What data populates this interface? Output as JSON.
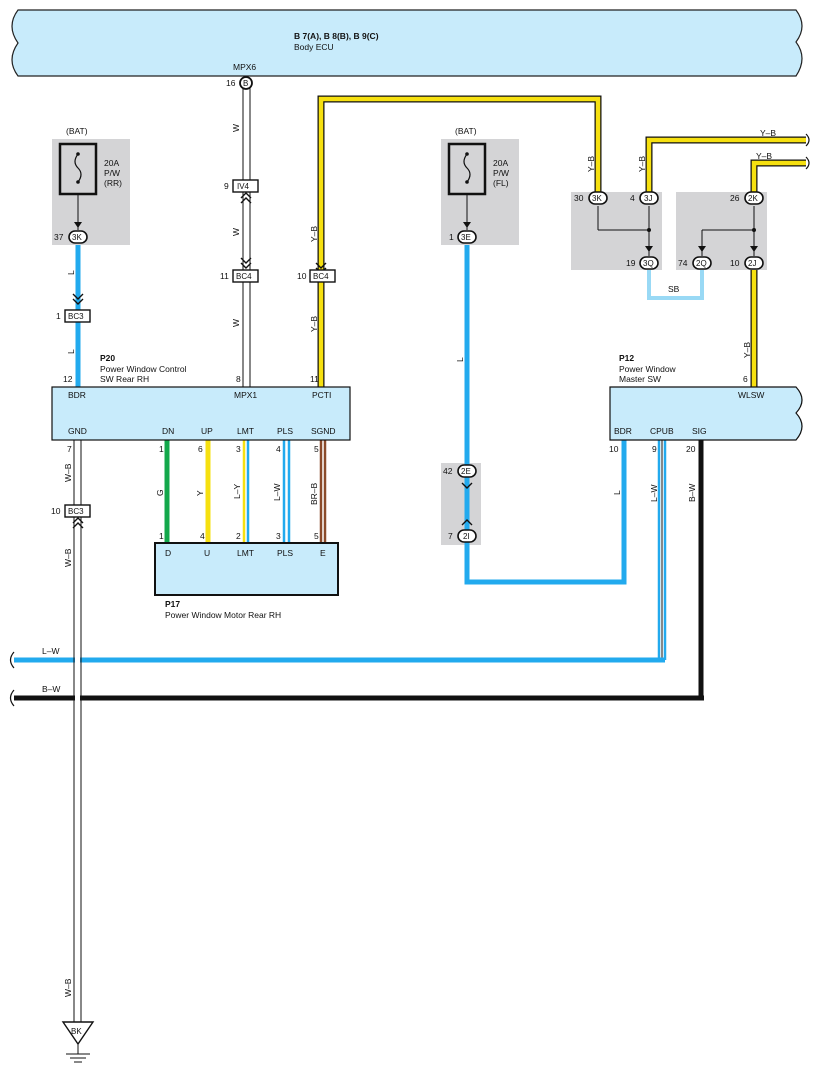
{
  "header": {
    "ecu_code": "B 7(A), B 8(B), B 9(C)",
    "ecu_name": "Body ECU",
    "mpx_label": "MPX6",
    "mpx_pin": "16",
    "mpx_connector": "B"
  },
  "fuses": {
    "rr": {
      "source": "(BAT)",
      "rating": "20A",
      "name": "P/W",
      "sub": "(RR)",
      "pin": "37",
      "connector": "3K"
    },
    "fl": {
      "source": "(BAT)",
      "rating": "20A",
      "name": "P/W",
      "sub": "(FL)",
      "pin": "1",
      "connector": "3E"
    }
  },
  "connectors": {
    "iv4": {
      "pin": "9",
      "code": "IV4"
    },
    "bc4_a": {
      "pin": "11",
      "code": "BC4"
    },
    "bc4_b": {
      "pin": "10",
      "code": "BC4"
    },
    "bc3_a": {
      "pin": "1",
      "code": "BC3"
    },
    "bc3_b": {
      "pin": "10",
      "code": "BC3"
    },
    "e2": {
      "pin": "42",
      "code": "2E"
    },
    "i2": {
      "pin": "7",
      "code": "2I"
    },
    "j1_3k": {
      "pin": "30",
      "code": "3K"
    },
    "j1_3j": {
      "pin": "4",
      "code": "3J"
    },
    "j1_3q": {
      "pin": "19",
      "code": "3Q"
    },
    "j2_2k": {
      "pin": "26",
      "code": "2K"
    },
    "j2_2q": {
      "pin": "74",
      "code": "2Q"
    },
    "j2_2j": {
      "pin": "10",
      "code": "2J"
    }
  },
  "p20": {
    "code": "P20",
    "name1": "Power Window Control",
    "name2": "SW Rear RH",
    "top_pins": [
      {
        "num": "12",
        "label": "BDR"
      },
      {
        "num": "8",
        "label": "MPX1"
      },
      {
        "num": "11",
        "label": "PCTI"
      }
    ],
    "bottom_pins": [
      {
        "num": "7",
        "label": "GND"
      },
      {
        "num": "1",
        "label": "DN"
      },
      {
        "num": "6",
        "label": "UP"
      },
      {
        "num": "3",
        "label": "LMT"
      },
      {
        "num": "4",
        "label": "PLS"
      },
      {
        "num": "5",
        "label": "SGND"
      }
    ]
  },
  "p17": {
    "code": "P17",
    "name": "Power Window Motor Rear RH",
    "pins": [
      {
        "num": "1",
        "label": "D"
      },
      {
        "num": "4",
        "label": "U"
      },
      {
        "num": "2",
        "label": "LMT"
      },
      {
        "num": "3",
        "label": "PLS"
      },
      {
        "num": "5",
        "label": "E"
      }
    ]
  },
  "p12": {
    "code": "P12",
    "name1": "Power Window",
    "name2": "Master SW",
    "top_pin": {
      "num": "6",
      "label": "WLSW"
    },
    "bottom_pins": [
      {
        "num": "10",
        "label": "BDR"
      },
      {
        "num": "9",
        "label": "CPUB"
      },
      {
        "num": "20",
        "label": "SIG"
      }
    ]
  },
  "wire_labels": {
    "w1": "W",
    "w2": "W",
    "w3": "W",
    "yb1": "Y–B",
    "yb2": "Y–B",
    "yb3": "Y–B",
    "yb4": "Y–B",
    "yb5": "Y–B",
    "yb6": "Y–B",
    "yb7": "Y–B",
    "l1": "L",
    "l2": "L",
    "l3": "L",
    "l4": "L",
    "wb1": "W–B",
    "wb2": "W–B",
    "wb3": "W–B",
    "g": "G",
    "y": "Y",
    "ly": "L–Y",
    "lw1": "L–W",
    "brb": "BR–B",
    "lw2": "L–W",
    "bw1": "B–W",
    "lw_bus": "L–W",
    "bw_bus": "B–W",
    "sb": "SB"
  },
  "ground": {
    "code": "BK"
  },
  "colors": {
    "panel": "#c8ebfb",
    "yellow": "#f6e010",
    "blue": "#22aaee",
    "green": "#13a84b",
    "brown": "#8a4a2a",
    "gray_box": "#d4d4d6",
    "black": "#111111"
  }
}
